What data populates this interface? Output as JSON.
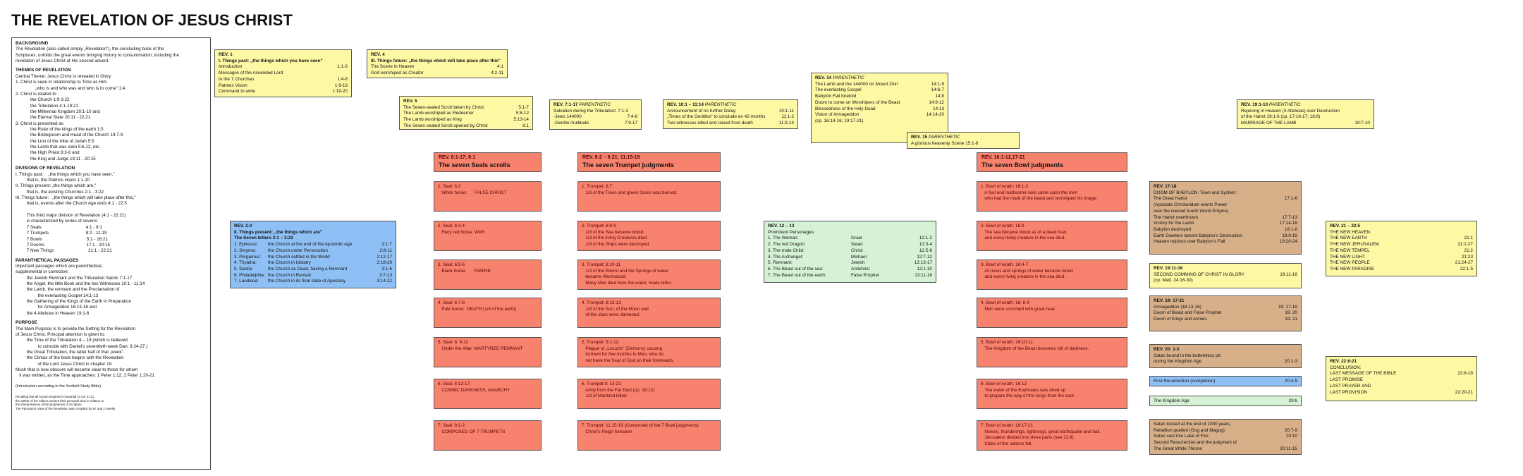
{
  "title": "THE REVELATION OF JESUS CHRIST",
  "sidebar": {
    "background_h": "BACKGROUND",
    "background": "The Revelation (also called simply „Revelation\"), the concluding book of the\nScriptures, unfolds the great events bringing history to consummation, including the\nrevelation of Jesus Christ at His second advent.",
    "themes_h": "THEMES OF REVELATION",
    "themes": "Central Theme: Jesus Christ is revealed in Glory\n1. Christ is seen in relationship to Time as Him\n                „who is and who was and who is to come\" 1:4.\n2. Christ is related to\n            the Church 1:9-3:22\n            the Tribulation 4:1-19:21\n            the Millennial Kingdom 20:1-10 and\n            the Eternal State 20:11 - 22:21\n3. Christ is presented as\n            the Ruler of the kings of the earth 1:5\n            the Bridegroom and Head of the Church 19:7-9\n            the Lion of the tribe of Judah 5:5\n            the Lamb that was slain 5:6,12, etc.\n            the High Priest 8:3-6 and\n            the King and Judge 19:11 - 20:15",
    "divisions_h": "DIVISIONS OF REVELATION",
    "divisions": "I. Things past:    „the things which you have seen,\"\n         that is, the Patmos vision 1:1-20\nII. Things present: „the things which are,\"\n         that is, the existing Churches 2:1 - 3:22\nIII. Things future:   „the things which will take place after this,\"\n         that is, events after the Church Age ends 4:1 - 22:5\n\n         This third major division of Revelation (4:1 - 22:21)\n         is characterized by series of sevens:\n         7 Seals                                    4:1 - 8:1\n         7 Trumpets                              8:2 - 11:19\n         7 Bowls                                    5:1 - 16:21\n         7 Dooms                                  17:1 - 20:15\n         7 New Things                            21:1 - 22:21",
    "paren_h": "PARANTHETICAL PASSAGES",
    "paren": "Important passages which are parenthetical,\nsupplemental or corrective:\n         the Jewish Remnant and the Tribulation Saints 7:1-17\n         the Angel, the little Book and the two Witnesses 10:1 - 11:14\n         the Lamb, the remnant and the Proclamation of\n                  the everlasting Gospel 14:1-13\n         the Gathering of the Kings of the Earth in Preparation\n                  for Armageddon 16:13-16 and\n         the 4 Alleluias in Heaven 19:1-6",
    "purpose_h": "PURPOSE",
    "purpose": "The Main Purpose is to provide the Setting for the Revelation\nof Jesus Christ. Principal attention is given to:\n         the Time of the Tribulation 4 – 19 (which is believed\n                  to coincide with Daniel's seventieth week Dan. 9:24-27.)\n         the Great Tribulation, the latter half of that „week\".\n         the Climax of the book begins with the Revelation\n                  of the Lord Jesus Christ in chapter 19.\nMuch that is now obscure will become clear to those for whom\n   it was written, as the Time approaches: 1 Peter 1:12; 2 Peter 1:20-21",
    "intro_note": "(Introduction according to the Scofield Study Bible)",
    "tiny": "Recalling that all sound exegesis is impartial (1 Cor 2:13),\nthe author of the edition present their personal view in relation to\nthe interpretations of the prophecies of Scripture.\nThe Panoramic View of the Revelation was compiled by W. and J. Beeler"
  },
  "boxes": [
    {
      "id": "rev1",
      "color": "yellow",
      "rows": [
        {
          "h": "REV. 1"
        },
        {
          "h": "I. Things past: „the things which you have seen\""
        },
        {
          "t": "Introduction",
          "r": "1:1-3"
        },
        {
          "t": "Messages of the Ascended Lord"
        },
        {
          "t": "to the 7 Churches",
          "r": "1:4-8"
        },
        {
          "t": "Patmos Vision",
          "r": "1:9-18"
        },
        {
          "t": "Command to write",
          "r": "1:19-20"
        }
      ]
    },
    {
      "id": "rev4",
      "color": "yellow",
      "rows": [
        {
          "h": "REV. 4"
        },
        {
          "h": "III. Things future: „the things which will take place after this\""
        },
        {
          "t": "The Scene in Heaven",
          "r": "4:1"
        },
        {
          "t": "God worshiped as Creator",
          "r": "4:2-11"
        }
      ]
    },
    {
      "id": "rev5",
      "color": "yellow",
      "rows": [
        {
          "h": "REV. 5"
        },
        {
          "t": "The Seven-sealed Scroll taken by Christ",
          "r": "5:1-7"
        },
        {
          "t": "The Lamb worshiped as Redeemer",
          "r": "5:8-12"
        },
        {
          "t": "The Lamb worshiped as King",
          "r": "5:13-14"
        },
        {
          "t": "The Seven-sealed Scroll opened by Christ",
          "r": "6:1"
        }
      ]
    },
    {
      "id": "rev7",
      "color": "yellow",
      "rows": [
        {
          "hi": "REV. 7:1-17",
          "i": "PARENTHETIC"
        },
        {
          "t": "Salvation during the Tribulation: 7:1-3"
        },
        {
          "t": "   -Jews       144000",
          "r": "7:4-8"
        },
        {
          "t": "   -Gentile multitude",
          "r": "7:9-17"
        }
      ]
    },
    {
      "id": "rev10",
      "color": "yellow",
      "rows": [
        {
          "hi": "REV. 10:1 – 11:14",
          "i": "PARENTHETIC"
        },
        {
          "t": "Announcement of no further Delay",
          "r": "10:1-11"
        },
        {
          "t": "„Times of the Gentiles\" to conclude en 42 months",
          "r": "11:1-2"
        },
        {
          "t": "Two witnesses killed and raised from death",
          "r": "11:3-14"
        }
      ]
    },
    {
      "id": "rev14",
      "color": "yellow",
      "rows": [
        {
          "hi": "REV. 14",
          "i": "PARENTHETIC"
        },
        {
          "t": "The Lamb and the 144000 on Mount Zion",
          "r": "14:1-5"
        },
        {
          "t": "The everlasting Gospel",
          "r": "14:6-7"
        },
        {
          "t": "Babylon Fall foretold",
          "r": "14:8"
        },
        {
          "t": "Doom to come on Worshipers of the Beast",
          "r": "14:9-12"
        },
        {
          "t": "Blessedness of the Holy Dead",
          "r": "14:13"
        },
        {
          "t": "Vision of Armageddon",
          "r": "14:14-20"
        },
        {
          "t": "(cp. 16:14-16; 19:17-21)"
        }
      ]
    },
    {
      "id": "rev15",
      "color": "yellow",
      "rows": [
        {
          "hi": "REV. 15",
          "i": "PARENTHETIC"
        },
        {
          "t": "A glorious heavenly Scene 15:1-8"
        }
      ]
    },
    {
      "id": "rev19",
      "color": "yellow",
      "rows": [
        {
          "hi": "REV. 19:1-10",
          "i": "PARENTHETIC"
        },
        {
          "t": "Rejoicing in Heaven (4 Alleluias) over Destruction"
        },
        {
          "t": "of the Harlot 19:1-6 (cp. 17:16-17; 18:8)"
        },
        {
          "t": "MARRIAGE OF THE LAMB",
          "r": "19:7-10"
        }
      ]
    },
    {
      "id": "rev23",
      "color": "blue",
      "rows": [
        {
          "h": "REV. 2-3"
        },
        {
          "h": "II. Things present: „the things which are\""
        },
        {
          "h": "The Seven letters 2:1 – 3:22"
        },
        {
          "c1": "1. Ephesus:",
          "c2": "the Church at the end of the Apostolic Age",
          "r": "2:1-7"
        },
        {
          "c1": "2. Smyrna:",
          "c2": "the Church under Persecution",
          "r": "2:8-11"
        },
        {
          "c1": "3. Pergamus:",
          "c2": "the Church settled in the World",
          "r": "2:12-17"
        },
        {
          "c1": "4. Thyatira:",
          "c2": "the Church in Idolatry",
          "r": "2:18-29"
        },
        {
          "c1": "5. Sardis:",
          "c2": "the Church as Dead, having a Remnant",
          "r": "3:1-6"
        },
        {
          "c1": "6. Philadelphia:",
          "c2": "the Church in Revival",
          "r": "3:7-13"
        },
        {
          "c1": "7. Laodicea:",
          "c2": "the Church in its final state of Apostasy",
          "r": "3:14-22"
        }
      ]
    },
    {
      "id": "rev1213",
      "color": "green",
      "rows": [
        {
          "h": "REV. 12 – 13"
        },
        {
          "t": "Prominent Personages"
        },
        {
          "c1": "1. The Woman:",
          "c2": "Israel",
          "r": "12:1-2"
        },
        {
          "c1": "2. The red Dragon:",
          "c2": "Satan",
          "r": "12:3-4"
        },
        {
          "c1": "3. The male Child:",
          "c2": "Christ",
          "r": "12:5-6"
        },
        {
          "c1": "4. The Archangel:",
          "c2": "Michael",
          "r": "12:7-12"
        },
        {
          "c1": "5. Remnant:",
          "c2": "Jewish",
          "r": "12:13-17"
        },
        {
          "c1": "6. The Beast out of the sea:",
          "c2": "Antichrist",
          "r": "13:1-10"
        },
        {
          "c1": "7. The Beast out of the earth:",
          "c2": "False Prophet",
          "r": "13:11-18"
        }
      ]
    },
    {
      "id": "rev1718",
      "color": "tan",
      "rows": [
        {
          "h": "REV. 17-18"
        },
        {
          "t": "DOOM OF BABYLON: Town and System:"
        },
        {
          "t": "The Great Harlot",
          "r": "17:1-6"
        },
        {
          "t": "(Apostate Christendom exerts Power"
        },
        {
          "t": "over the revived fourth World Empire)"
        },
        {
          "t": "The Harlot overthrown",
          "r": "17:7-13"
        },
        {
          "t": "Victory for the Lamb",
          "r": "17:14-18"
        },
        {
          "t": "Babylon destroyed",
          "r": "18:1-8"
        },
        {
          "t": "Earth Dwellers lament Babylon's Destruction",
          "r": "18:9-19"
        },
        {
          "t": "Heaven rejoices over Babylon's Fall",
          "r": "18:20-24"
        }
      ]
    },
    {
      "id": "rev1911",
      "color": "yellow",
      "rows": [
        {
          "h": "REV. 19:11-16"
        },
        {
          "t": "SECOND COMMING OF CHRIST IN GLORY",
          "r": "19:11-16"
        },
        {
          "t": "   (cp. Matt. 24:16-30)"
        }
      ]
    },
    {
      "id": "rev1917",
      "color": "tan",
      "rows": [
        {
          "h": "REV. 19: 17-21"
        },
        {
          "t": "Armageddon (16:13-16)",
          "r": "19: 17-19"
        },
        {
          "t": "Doom of Beast and False Prophet",
          "r": "19: 20"
        },
        {
          "t": "Doom of Kings and Armies",
          "r": "19: 21"
        }
      ]
    },
    {
      "id": "rev201",
      "color": "tan",
      "rows": [
        {
          "h": "REV. 20: 1-3"
        },
        {
          "t": "Satan bound in the bottomless pit"
        },
        {
          "t": "        during the Kingdom Age",
          "r": "20:1-3"
        }
      ]
    },
    {
      "id": "firstres",
      "color": "blue",
      "rows": [
        {
          "t": "First Resurrection (completion)",
          "r": "20:4-5"
        }
      ]
    },
    {
      "id": "kingdom",
      "color": "green",
      "rows": [
        {
          "t": "The Kingdom Age",
          "r": "20:6"
        }
      ]
    },
    {
      "id": "satanloosed",
      "color": "tan",
      "rows": [
        {
          "t": "Satan loosed at the end of 1000 years;"
        },
        {
          "t": "        Rebellion quelled (Gog and Magog)",
          "r": "20:7-9"
        },
        {
          "t": "Satan cast into Lake of Fire",
          "r": "20:10"
        },
        {
          "t": "Second Resurrection and the judgment of"
        },
        {
          "t": "The Great White Throne",
          "r": "20:11-15"
        }
      ]
    },
    {
      "id": "rev21",
      "color": "yellow",
      "rows": [
        {
          "h": "REV. 21 – 22:5"
        },
        {
          "t": "THE NEW HEAVEN"
        },
        {
          "t": "THE NEW EARTH",
          "r": "21:1"
        },
        {
          "t": "THE NEW JERUSALEM",
          "r": "21:2-27"
        },
        {
          "t": "THE NEW TEMPEL",
          "r": "21:2"
        },
        {
          "t": "THE NEW LIGHT",
          "r": "21:23"
        },
        {
          "t": "THE NEW PEOPLE",
          "r": "21:24-27"
        },
        {
          "t": "THE NEW PARADISE",
          "r": "22:1-5"
        }
      ]
    },
    {
      "id": "rev226",
      "color": "yellow",
      "rows": [
        {
          "h": "REV. 22:6-21"
        },
        {
          "t": "CONCLUSION:"
        },
        {
          "t": "LAST MESSAGE OF THE BIBLE",
          "r": "22:6-19"
        },
        {
          "t": "LAST PROMISE"
        },
        {
          "t": "LAST PRAYER AND"
        },
        {
          "t": "LAST PROVISION",
          "r": "22:20-21"
        }
      ]
    }
  ],
  "headers": {
    "seals": {
      "sub": "REV. 6:1-17; 8:1",
      "main": "The seven Seals scrolls"
    },
    "trumpets": {
      "sub": "REV. 8:2 – 9:21; 11:15-19",
      "main": "The seven Trumpet judgments"
    },
    "bowls": {
      "sub": "REV. 16:1-12,17-21",
      "main": "The seven Bowl judgments"
    }
  },
  "seals": [
    [
      "1. Seal: 6:2",
      "   White horse:      FALSE CHRIST"
    ],
    [
      "2. Seal: 6:3-4",
      "   Fiery red horse: WAR"
    ],
    [
      "3. Seal: 6:5-6",
      "   Black horse:      FAMINE"
    ],
    [
      "4. Seal: 6:7-8",
      "   Pale horse:  DEATH (1/4 of the earth)"
    ],
    [
      "5. Seal: 6: 9-11",
      "   Under the Altar: MARTYRED REMNANT"
    ],
    [
      "6. Seal: 6:12-17:",
      "   COSMIC DARKNESS, ANARCHY"
    ],
    [
      "7. Seal: 8:1-2:",
      "   COMPOSED OF 7 TRUMPETS"
    ]
  ],
  "trumpets": [
    [
      "1. Trumpet: 8:7",
      "   1/3 of the Trees and green Grass was burned."
    ],
    [
      "2. Trumpet: 8:8-9",
      "   1/3 of the Sea became blood.",
      "   1/3 of the living Creatures died.",
      "   1/3 of the Ships were destroyed."
    ],
    [
      "3. Trumpet: 8:10-11",
      "   1/3 of the Rivers and the Springs of water",
      "   became Wormwood.",
      "   Many Man died from the water, made bitter."
    ],
    [
      "4. Trumpet: 8:12-13",
      "   1/3 of the Sun, of the Moon and",
      "   of the stars were darkened."
    ],
    [
      "5. Trumpet: 9:1-12",
      "   Plague of „Locusts\" (Demons) causing",
      "   torment for five months to Men, who do",
      "   not have the Seal of God on their foreheads."
    ],
    [
      "6. Trumpet 9: 13-21",
      "   Army from the Far East (cp. 16:12)",
      "   1/3 of Mankind killed."
    ],
    [
      "7. Trumpet: 11:15-19 (Composed of the 7 Bowl judgments)",
      "   Christ's Reign foreseen"
    ]
  ],
  "bowls": [
    [
      "1. Bowl of wrath: 16:1-2",
      "   A foul and loathsome sore came upon the men",
      "   who had the mark of the beast and worshiped his image."
    ],
    [
      "2. Bowl of wrath: 16:3",
      "   The sea became blood as of a dead man,",
      "   and every living creature in the sea died."
    ],
    [
      "3. Bowl of wrath: 16:4-7",
      "   All rivers and springs of water became blood",
      "   and every living creature in the sea died."
    ],
    [
      "4. Bowl of wrath: 16: 8-9",
      "   Men were scorched with great heat."
    ],
    [
      "5. Bowl of wrath: 16:10-11",
      "   The Kingdom of the Beast becomes full of darkness."
    ],
    [
      "6. Bowl of wrath: 16:12",
      "   The water of the Euphrates was dried up",
      "   to prepare the way of the kings from the east."
    ],
    [
      "7. Bowl of wrath: 16:17-21",
      "   Noises, thunderings, lightnings, great earthquake and hail.",
      "   Jerusalem divided into three parts (see 11:8).",
      "   Cities of the nations fell."
    ]
  ]
}
